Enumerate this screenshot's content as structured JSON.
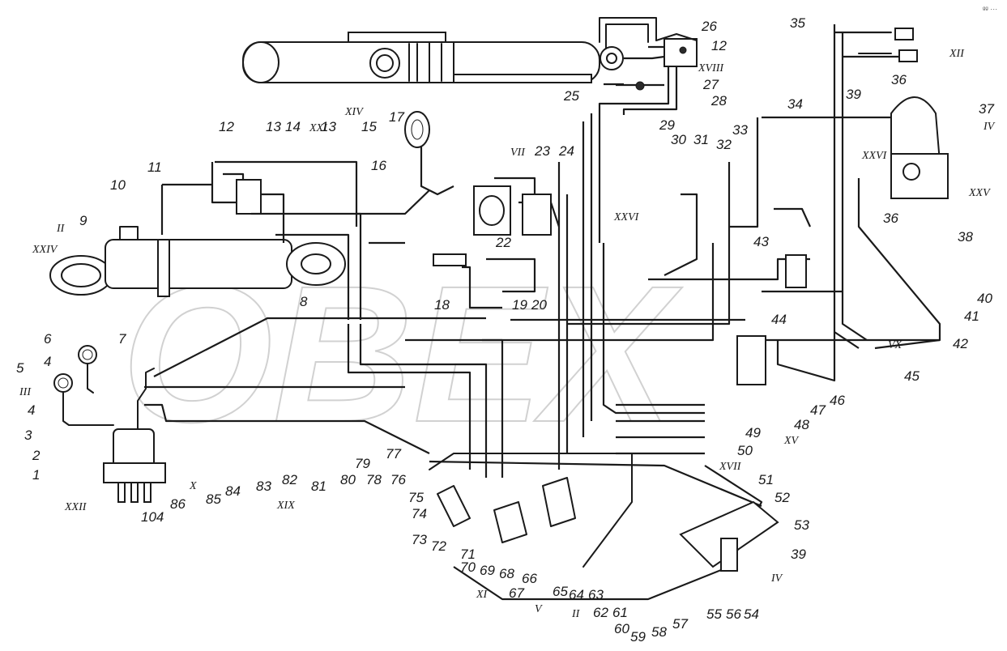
{
  "watermark": "ОВЕХ",
  "corner_mark": "ᵍᵍ ···",
  "labels_arabic": [
    "1",
    "2",
    "3",
    "4",
    "4",
    "5",
    "6",
    "7",
    "8",
    "9",
    "10",
    "11",
    "12",
    "12",
    "13",
    "13",
    "14",
    "15",
    "16",
    "17",
    "18",
    "19",
    "20",
    "22",
    "23",
    "24",
    "25",
    "26",
    "27",
    "28",
    "29",
    "30",
    "31",
    "32",
    "33",
    "34",
    "35",
    "36",
    "36",
    "37",
    "38",
    "39",
    "39",
    "40",
    "41",
    "42",
    "43",
    "44",
    "45",
    "46",
    "47",
    "48",
    "49",
    "50",
    "51",
    "52",
    "53",
    "54",
    "55",
    "56",
    "57",
    "58",
    "59",
    "60",
    "61",
    "62",
    "63",
    "64",
    "65",
    "66",
    "67",
    "68",
    "69",
    "70",
    "71",
    "72",
    "73",
    "74",
    "75",
    "76",
    "77",
    "78",
    "79",
    "80",
    "81",
    "82",
    "83",
    "84",
    "85",
    "86",
    "104"
  ],
  "labels_roman": [
    "III",
    "II",
    "XXIV",
    "XXII",
    "X",
    "XIX",
    "XIV",
    "XXI",
    "VII",
    "XXVI",
    "XVIII",
    "XII",
    "IV",
    "XXVI",
    "XXV",
    "VX",
    "XV",
    "XVII",
    "XI",
    "V",
    "II",
    "IV"
  ]
}
